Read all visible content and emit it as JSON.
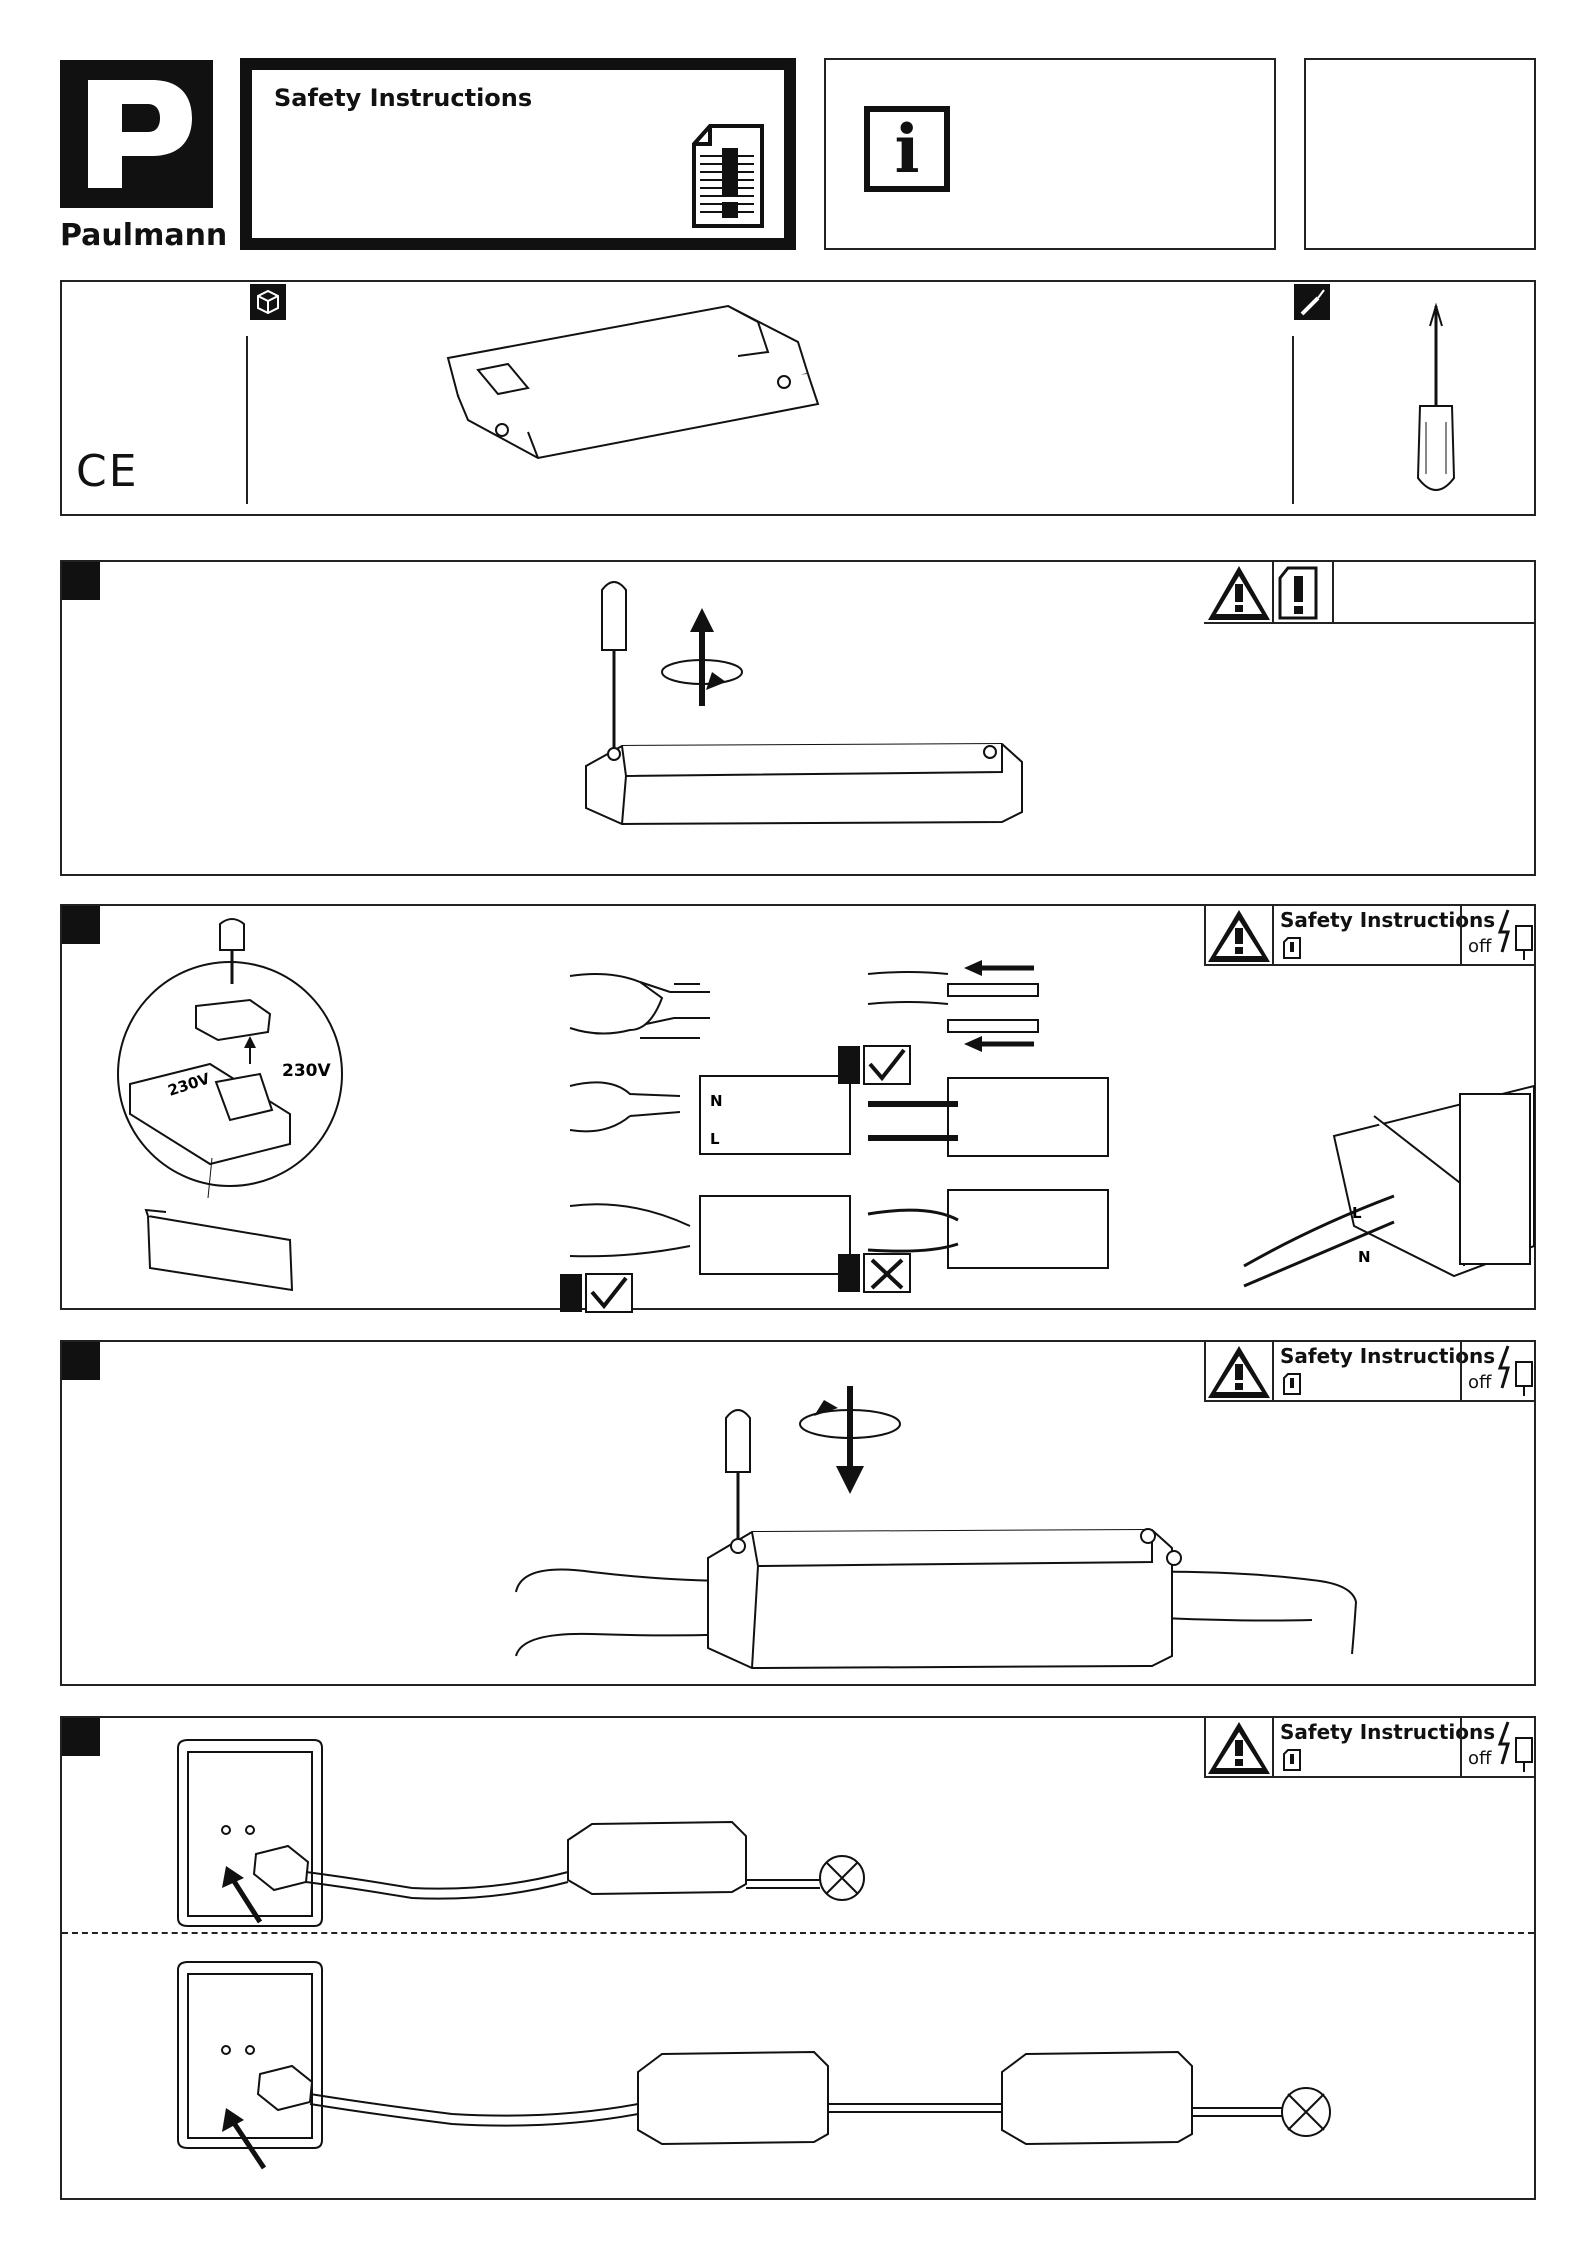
{
  "header": {
    "brand_letter": "P",
    "brand_name": "Paulmann",
    "title": "Safety Instructions",
    "info_glyph": "i",
    "ce_mark": "CE"
  },
  "icons": {
    "package": "package-icon",
    "tool": "screwdriver-icon",
    "warning": "warning-icon",
    "document": "document-icon",
    "power": "power-off-icon",
    "lamp": "lamp-icon"
  },
  "steps": [
    {
      "id": 1,
      "safety_label": "",
      "power_label": ""
    },
    {
      "id": 2,
      "safety_label": "Safety Instructions",
      "power_label": "off",
      "voltage_a": "230V",
      "voltage_b": "230V",
      "terminal_n": "N",
      "terminal_l": "L",
      "detail_l": "L",
      "detail_n": "N"
    },
    {
      "id": 3,
      "safety_label": "Safety Instructions",
      "power_label": "off"
    },
    {
      "id": 4,
      "safety_label": "Safety Instructions",
      "power_label": "off"
    }
  ],
  "colors": {
    "ink": "#111111",
    "paper": "#ffffff"
  }
}
